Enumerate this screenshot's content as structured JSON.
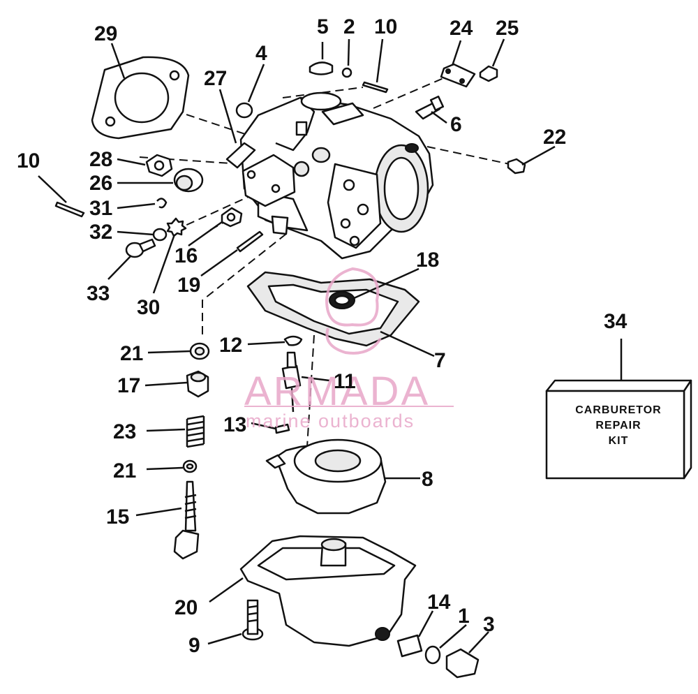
{
  "diagram": {
    "callouts": [
      {
        "id": "c29",
        "text": "29"
      },
      {
        "id": "c5",
        "text": "5"
      },
      {
        "id": "c2",
        "text": "2"
      },
      {
        "id": "c10a",
        "text": "10"
      },
      {
        "id": "c24",
        "text": "24"
      },
      {
        "id": "c25",
        "text": "25"
      },
      {
        "id": "c4",
        "text": "4"
      },
      {
        "id": "c27",
        "text": "27"
      },
      {
        "id": "c6",
        "text": "6"
      },
      {
        "id": "c22",
        "text": "22"
      },
      {
        "id": "c10b",
        "text": "10"
      },
      {
        "id": "c28",
        "text": "28"
      },
      {
        "id": "c26",
        "text": "26"
      },
      {
        "id": "c31",
        "text": "31"
      },
      {
        "id": "c32",
        "text": "32"
      },
      {
        "id": "c16",
        "text": "16"
      },
      {
        "id": "c18",
        "text": "18"
      },
      {
        "id": "c33",
        "text": "33"
      },
      {
        "id": "c30",
        "text": "30"
      },
      {
        "id": "c19",
        "text": "19"
      },
      {
        "id": "c34",
        "text": "34"
      },
      {
        "id": "c21a",
        "text": "21"
      },
      {
        "id": "c12",
        "text": "12"
      },
      {
        "id": "c7",
        "text": "7"
      },
      {
        "id": "c17",
        "text": "17"
      },
      {
        "id": "c11",
        "text": "11"
      },
      {
        "id": "c23",
        "text": "23"
      },
      {
        "id": "c13",
        "text": "13"
      },
      {
        "id": "c21b",
        "text": "21"
      },
      {
        "id": "c8",
        "text": "8"
      },
      {
        "id": "c15",
        "text": "15"
      },
      {
        "id": "c20",
        "text": "20"
      },
      {
        "id": "c14",
        "text": "14"
      },
      {
        "id": "c1",
        "text": "1"
      },
      {
        "id": "c3",
        "text": "3"
      },
      {
        "id": "c9",
        "text": "9"
      }
    ],
    "kit_label": [
      "CARBURETOR",
      "REPAIR",
      "KIT"
    ]
  },
  "watermark": {
    "brand": "ARMADA",
    "tagline": "marine outboards",
    "color": "#e8a6c8"
  },
  "colors": {
    "ink": "#111111",
    "paper": "#ffffff"
  }
}
